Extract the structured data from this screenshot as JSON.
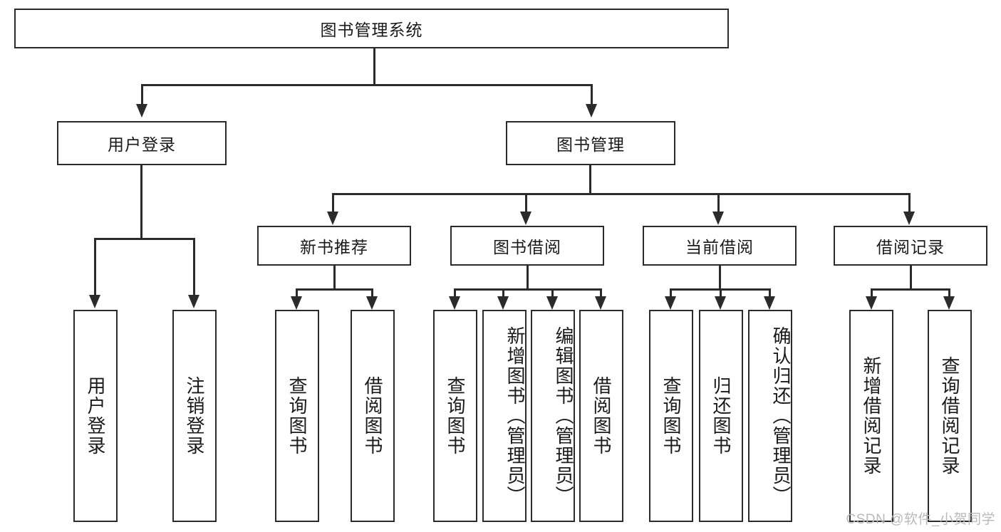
{
  "diagram": {
    "title": "图书管理系统",
    "type": "tree-hierarchy-chart",
    "root": {
      "label": "图书管理系统"
    },
    "level2": [
      {
        "label": "用户登录"
      },
      {
        "label": "图书管理"
      }
    ],
    "level3": [
      {
        "label": "新书推荐"
      },
      {
        "label": "图书借阅"
      },
      {
        "label": "当前借阅"
      },
      {
        "label": "借阅记录"
      }
    ],
    "leaves": {
      "user_login": [
        {
          "label": "用户登录"
        },
        {
          "label": "注销登录"
        }
      ],
      "new_book_recommend": [
        {
          "label": "查询图书"
        },
        {
          "label": "借阅图书"
        }
      ],
      "book_borrow": [
        {
          "label": "查询图书"
        },
        {
          "label": "新增图书（管理员）"
        },
        {
          "label": "编辑图书（管理员）"
        },
        {
          "label": "借阅图书"
        }
      ],
      "current_borrow": [
        {
          "label": "查询图书"
        },
        {
          "label": "归还图书"
        },
        {
          "label": "确认归还（管理员）"
        }
      ],
      "borrow_records": [
        {
          "label": "新增借阅记录"
        },
        {
          "label": "查询借阅记录"
        }
      ]
    }
  },
  "watermark": {
    "text": "CSDN @软件_小贺同学"
  },
  "colors": {
    "stroke": "#2b2b2b",
    "background": "#ffffff",
    "text": "#1a1a1a",
    "watermark": "#b9b9b9"
  }
}
